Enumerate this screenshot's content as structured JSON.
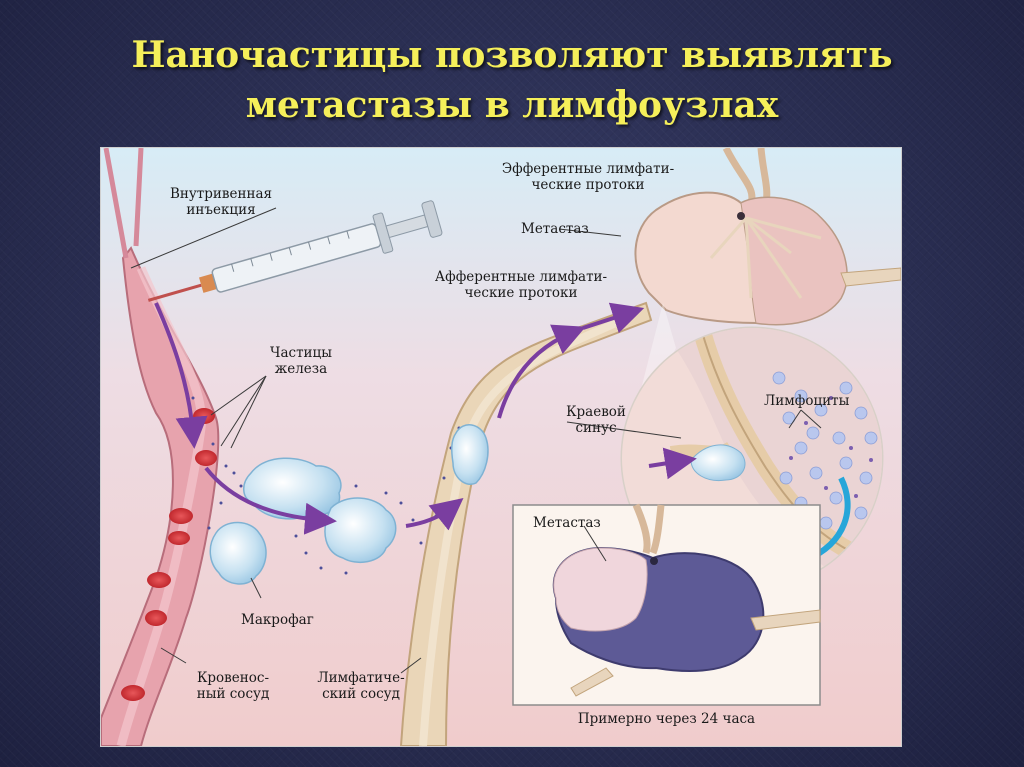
{
  "title": {
    "line1": "Наночастицы позволяют выявлять",
    "line2": "метастазы в лимфоузлах"
  },
  "labels": {
    "injection": "Внутривенная\nинъекция",
    "iron_particles": "Частицы\nжелеза",
    "macrophage": "Макрофаг",
    "blood_vessel": "Кровенос-\nный сосуд",
    "lymph_vessel": "Лимфатиче-\nский сосуд",
    "efferent": "Эфферентные лимфати-\nческие протоки",
    "metastasis_top": "Метастаз",
    "afferent": "Афферентные лимфати-\nческие протоки",
    "marginal_sinus": "Краевой\nсинус",
    "lymphocytes": "Лимфоциты",
    "metastasis_inset": "Метастаз",
    "after_24h": "Примерно через 24 часа"
  },
  "colors": {
    "title": "#f5ef5a",
    "blood_vessel": "#d98c98",
    "red_cell": "#c8282c",
    "lymph_vessel": "#e4c9a6",
    "node_stained": "#5d5a96",
    "metastasis": "#f2d7cf",
    "arrow_flow": "#7a3ea0",
    "arrow_inset": "#26a6d9"
  }
}
